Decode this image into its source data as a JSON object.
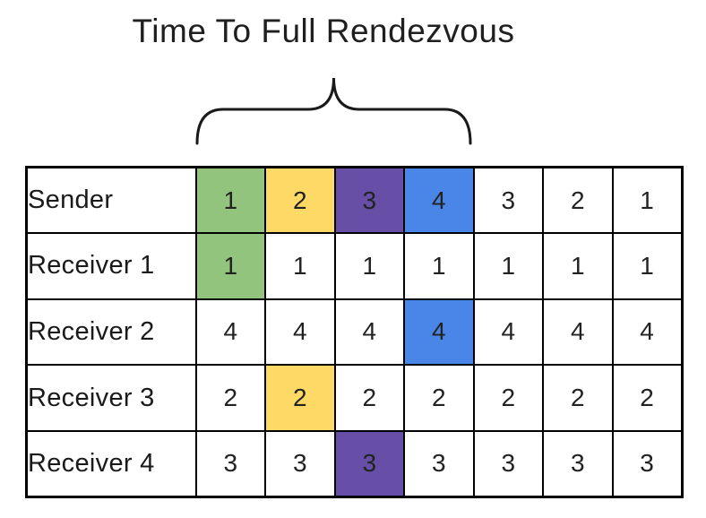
{
  "title": "Time To Full Rendezvous",
  "colors": {
    "green": "#93c47d",
    "yellow": "#ffd966",
    "purple": "#674ea7",
    "blue": "#4a86e8",
    "cell_default": "#ffffff",
    "border": "#000000"
  },
  "table": {
    "rows": [
      {
        "label": "Sender",
        "cells": [
          {
            "value": "1",
            "bg": "#93c47d"
          },
          {
            "value": "2",
            "bg": "#ffd966"
          },
          {
            "value": "3",
            "bg": "#674ea7"
          },
          {
            "value": "4",
            "bg": "#4a86e8"
          },
          {
            "value": "3",
            "bg": "#ffffff"
          },
          {
            "value": "2",
            "bg": "#ffffff"
          },
          {
            "value": "1",
            "bg": "#ffffff"
          }
        ]
      },
      {
        "label": "Receiver 1",
        "cells": [
          {
            "value": "1",
            "bg": "#93c47d"
          },
          {
            "value": "1",
            "bg": "#ffffff"
          },
          {
            "value": "1",
            "bg": "#ffffff"
          },
          {
            "value": "1",
            "bg": "#ffffff"
          },
          {
            "value": "1",
            "bg": "#ffffff"
          },
          {
            "value": "1",
            "bg": "#ffffff"
          },
          {
            "value": "1",
            "bg": "#ffffff"
          }
        ]
      },
      {
        "label": "Receiver 2",
        "cells": [
          {
            "value": "4",
            "bg": "#ffffff"
          },
          {
            "value": "4",
            "bg": "#ffffff"
          },
          {
            "value": "4",
            "bg": "#ffffff"
          },
          {
            "value": "4",
            "bg": "#4a86e8"
          },
          {
            "value": "4",
            "bg": "#ffffff"
          },
          {
            "value": "4",
            "bg": "#ffffff"
          },
          {
            "value": "4",
            "bg": "#ffffff"
          }
        ]
      },
      {
        "label": "Receiver 3",
        "cells": [
          {
            "value": "2",
            "bg": "#ffffff"
          },
          {
            "value": "2",
            "bg": "#ffd966"
          },
          {
            "value": "2",
            "bg": "#ffffff"
          },
          {
            "value": "2",
            "bg": "#ffffff"
          },
          {
            "value": "2",
            "bg": "#ffffff"
          },
          {
            "value": "2",
            "bg": "#ffffff"
          },
          {
            "value": "2",
            "bg": "#ffffff"
          }
        ]
      },
      {
        "label": "Receiver 4",
        "cells": [
          {
            "value": "3",
            "bg": "#ffffff"
          },
          {
            "value": "3",
            "bg": "#ffffff"
          },
          {
            "value": "3",
            "bg": "#674ea7"
          },
          {
            "value": "3",
            "bg": "#ffffff"
          },
          {
            "value": "3",
            "bg": "#ffffff"
          },
          {
            "value": "3",
            "bg": "#ffffff"
          },
          {
            "value": "3",
            "bg": "#ffffff"
          }
        ]
      }
    ]
  }
}
